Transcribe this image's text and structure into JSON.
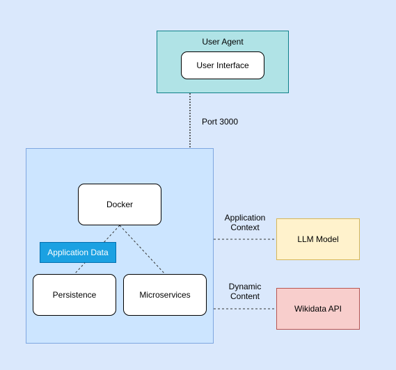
{
  "user_agent": {
    "label": "User Agent"
  },
  "user_interface": {
    "label": "User Interface"
  },
  "port_edge": {
    "label": "Port 3000"
  },
  "docker": {
    "label": "Docker"
  },
  "application_data": {
    "label": "Application Data"
  },
  "persistence": {
    "label": "Persistence"
  },
  "microservices": {
    "label": "Microservices"
  },
  "context_edge": {
    "line1": "Application",
    "line2": "Context"
  },
  "llm_model": {
    "label": "LLM Model"
  },
  "dynamic_edge": {
    "line1": "Dynamic",
    "line2": "Content"
  },
  "wikidata_api": {
    "label": "Wikidata API"
  },
  "colors": {
    "background": "#dae8fc",
    "user_agent_fill": "#b0e3e6",
    "host_fill": "#cce5ff",
    "application_data_fill": "#1ba1e2",
    "llm_fill": "#fff2cc",
    "wikidata_fill": "#f8cecc"
  }
}
